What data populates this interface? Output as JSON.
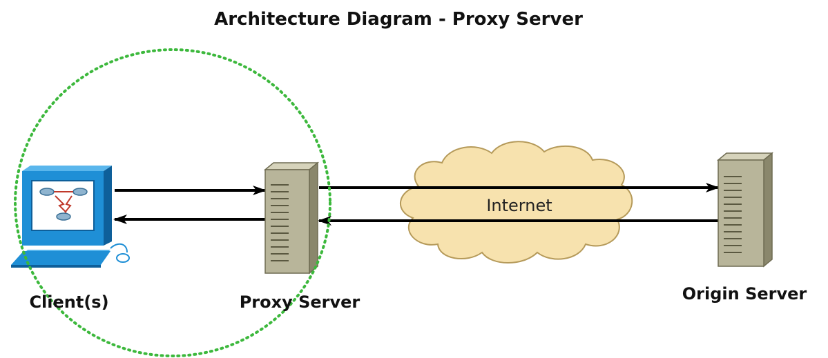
{
  "title": "Architecture Diagram - Proxy Server",
  "nodes": {
    "client": {
      "label": "Client(s)"
    },
    "proxy": {
      "label": "Proxy Server"
    },
    "origin": {
      "label": "Origin Server"
    }
  },
  "cloud": {
    "label": "Internet"
  },
  "colors": {
    "dotted_circle": "#3cb83c",
    "cloud_fill": "#f7e2ae",
    "cloud_stroke": "#b59a5a",
    "server_fill": "#b8b59a",
    "server_dark": "#8a876c",
    "monitor_blue": "#1f8fd6",
    "arrow": "#000000"
  }
}
